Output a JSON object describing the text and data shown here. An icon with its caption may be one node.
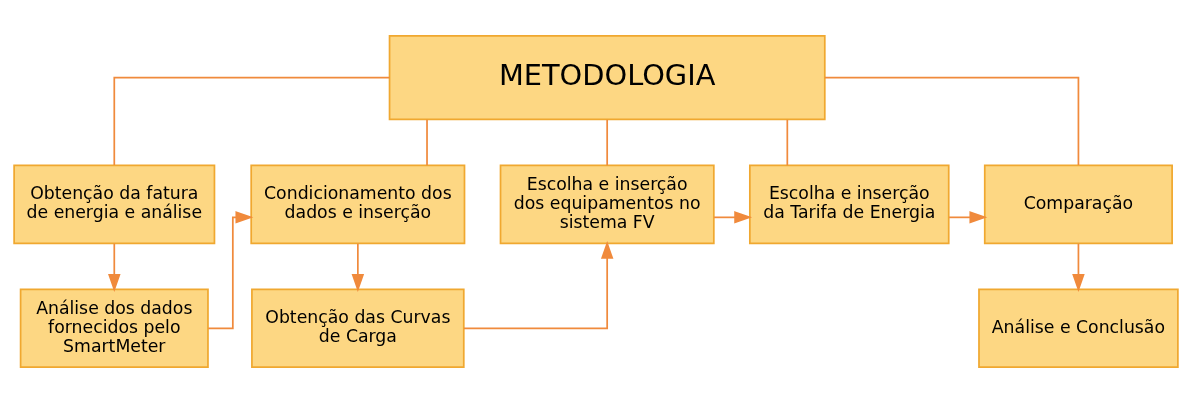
{
  "diagram": {
    "nodes": [
      {
        "text": [
          "METODOLOGIA"
        ]
      },
      {
        "text": [
          "Obtenção da fatura de energia e análise"
        ]
      },
      {
        "text": [
          "Condicionamento dos dados e inserção"
        ]
      },
      {
        "text": [
          "Escolha e inserção dos equipamentos no sistema FV"
        ]
      },
      {
        "text": [
          "Escolha e inserção da Tarifa de Energia"
        ]
      },
      {
        "text": [
          "Comparação"
        ]
      },
      {
        "text": [
          "Análise dos dados fornecidos pelo SmartMeter"
        ]
      },
      {
        "text": [
          "Obtenção das Curvas de Carga"
        ]
      },
      {
        "text": [
          "Análise e Conclusão"
        ]
      }
    ],
    "edges": [
      {
        "from": 0,
        "to": 1,
        "arrow": "none"
      },
      {
        "from": 0,
        "to": 2,
        "arrow": "none"
      },
      {
        "from": 0,
        "to": 3,
        "arrow": "none"
      },
      {
        "from": 0,
        "to": 4,
        "arrow": "none"
      },
      {
        "from": 0,
        "to": 5,
        "arrow": "none"
      },
      {
        "from": 1,
        "to": 6,
        "arrow": "to"
      },
      {
        "from": 6,
        "to": 2,
        "arrow": "to"
      },
      {
        "from": 2,
        "to": 7,
        "arrow": "to"
      },
      {
        "from": 7,
        "to": 3,
        "arrow": "to"
      },
      {
        "from": 3,
        "to": 4,
        "arrow": "to"
      },
      {
        "from": 4,
        "to": 5,
        "arrow": "to"
      },
      {
        "from": 5,
        "to": 8,
        "arrow": "to"
      }
    ]
  }
}
